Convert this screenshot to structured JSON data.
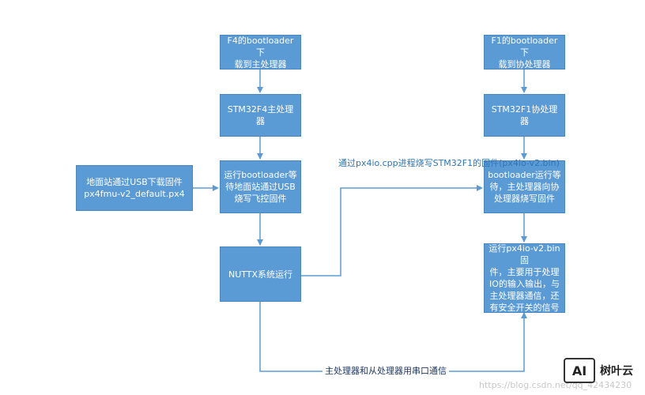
{
  "nodes": {
    "f4_boot": {
      "lines": [
        "F4的bootloader下",
        "载到主处理器"
      ]
    },
    "stm32f4": {
      "lines": [
        "STM32F4主处理器"
      ]
    },
    "run_boot": {
      "lines": [
        "运行bootloader等",
        "待地面站通过USB",
        "烧写飞控固件"
      ]
    },
    "nuttx": {
      "lines": [
        "NUTTX系统运行"
      ]
    },
    "ground": {
      "lines": [
        "地面站通过USB下载固件",
        "px4fmu-v2_default.px4"
      ]
    },
    "f1_boot": {
      "lines": [
        "F1的bootloader下",
        "载到协处理器"
      ]
    },
    "stm32f1": {
      "lines": [
        "STM32F1协处理器"
      ]
    },
    "boot_wait": {
      "lines": [
        "bootloader运行等",
        "待，主处理器向协",
        "处理器烧写固件"
      ]
    },
    "px4io_run": {
      "lines": [
        "运行px4io-v2.bin固",
        "件，主要用于处理",
        "IO的输入输出，与",
        "主处理器通信，还",
        "有安全开关的信号"
      ]
    }
  },
  "labels": {
    "burn": {
      "lines": [
        "通过px4io.cpp进程烧写STM32F1",
        "的固件(px4io-v2.bin)"
      ]
    },
    "serial": {
      "lines": [
        "主处理器和从处理器用串口通信"
      ]
    }
  },
  "watermark": "https://blog.csdn.net/qq_42434230",
  "logo": {
    "mark": "AI",
    "name": "树叶云"
  },
  "colors": {
    "box_fill": "#5b9bd5",
    "arrow": "#5b9bd5",
    "label_text": "#2e75b6"
  }
}
